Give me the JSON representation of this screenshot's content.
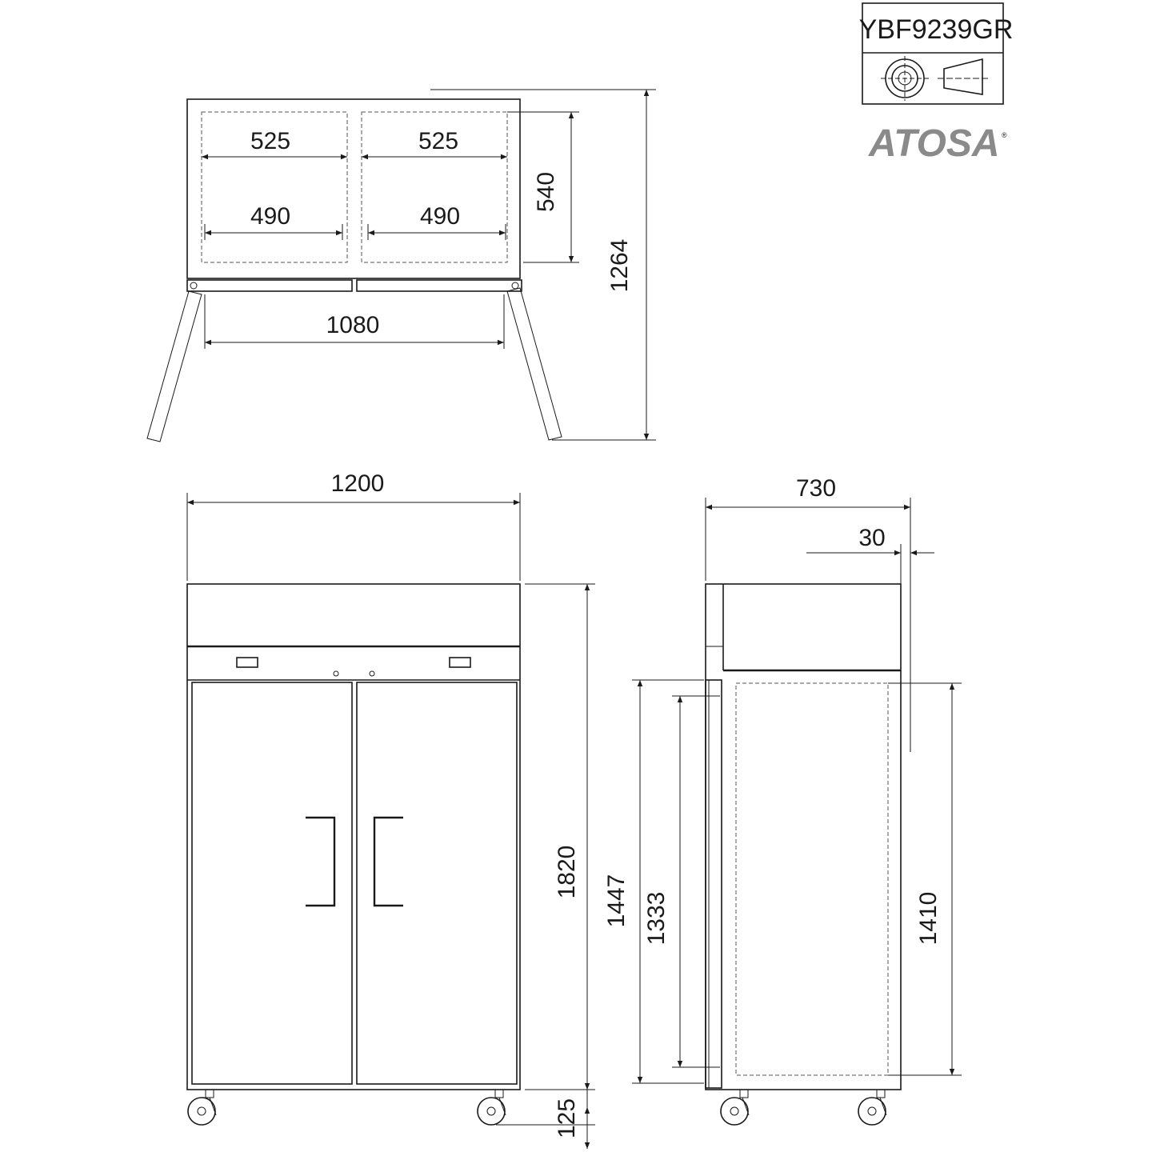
{
  "model": "YBF9239GR",
  "brand": "ATOSA",
  "icons": [
    "first-angle-projection-circle-icon",
    "first-angle-projection-cone-icon"
  ],
  "top_view": {
    "shelf_width_a": "525",
    "shelf_width_b": "525",
    "inner_width_a": "490",
    "inner_width_b": "490",
    "door_depth": "540",
    "door_swing_depth": "1264",
    "door_opening_width": "1080"
  },
  "front_view": {
    "overall_width": "1200",
    "overall_height": "1820",
    "caster_height": "125"
  },
  "side_view": {
    "overall_depth": "730",
    "handle_projection": "30",
    "door_height": "1447",
    "inner_door_height": "1333",
    "interior_height": "1410"
  }
}
